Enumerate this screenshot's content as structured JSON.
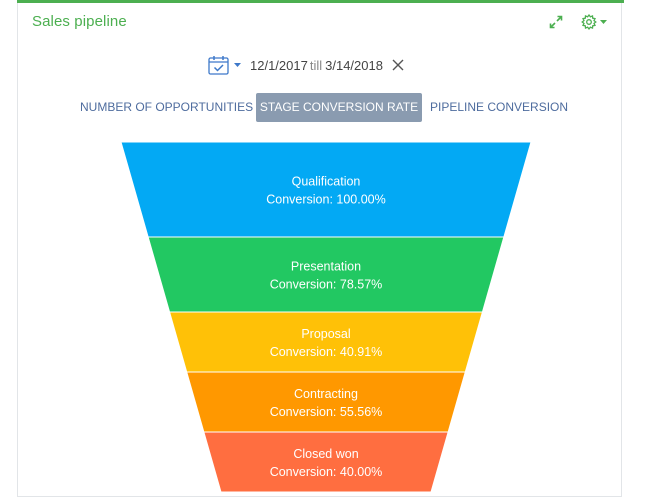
{
  "widget": {
    "title": "Sales pipeline"
  },
  "date_filter": {
    "from": "12/1/2017",
    "separator": "till",
    "to": "3/14/2018"
  },
  "tabs": [
    {
      "label": "NUMBER OF OPPORTUNITIES",
      "active": false
    },
    {
      "label": "STAGE CONVERSION RATE",
      "active": true
    },
    {
      "label": "PIPELINE CONVERSION",
      "active": false
    }
  ],
  "colors": {
    "accent": "#4caf50",
    "tab_active": "#8a9bb0",
    "link": "#4e6c9e"
  },
  "icons": {
    "expand": "expand-icon",
    "settings": "gear-icon",
    "calendar": "calendar-icon",
    "clear": "close-icon"
  },
  "chart_data": {
    "type": "funnel",
    "stages": [
      {
        "name": "Qualification",
        "label": "Conversion: 100.00%",
        "value": 100.0,
        "color": "#03a9f4"
      },
      {
        "name": "Presentation",
        "label": "Conversion: 78.57%",
        "value": 78.57,
        "color": "#22c862"
      },
      {
        "name": "Proposal",
        "label": "Conversion: 40.91%",
        "value": 40.91,
        "color": "#ffc107"
      },
      {
        "name": "Contracting",
        "label": "Conversion: 55.56%",
        "value": 55.56,
        "color": "#ff9800"
      },
      {
        "name": "Closed won",
        "label": "Conversion: 40.00%",
        "value": 40.0,
        "color": "#ff6e40"
      }
    ]
  }
}
